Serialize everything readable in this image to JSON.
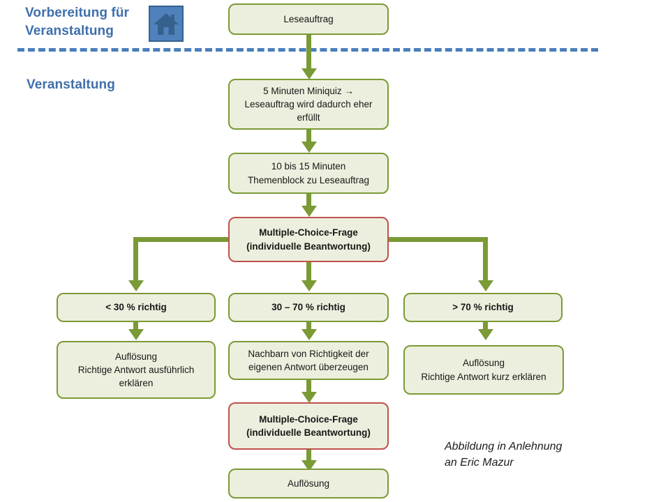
{
  "header": {
    "preparation_title": "Vorbereitung für\nVeranstaltung",
    "event_title": "Veranstaltung",
    "home_icon_name": "home-icon",
    "accent_blue": "#3f6fab",
    "divider_color": "#4a7ebb"
  },
  "palette": {
    "node_fill": "#ecefdd",
    "node_border_green": "#7a9a35",
    "node_border_red": "#c0504d",
    "connector_green": "#7a9a35",
    "text_color": "#171717"
  },
  "nodes": {
    "leseauftrag": "Leseauftrag",
    "miniquiz": "5 Minuten Miniquiz →\nLeseauftrag wird dadurch eher\nerfüllt",
    "themenblock": "10 bis 15 Minuten\nThemenblock zu Leseauftrag",
    "mc_frage_1": "Multiple-Choice-Frage\n(individuelle Beantwortung)",
    "branch_low": "< 30 % richtig",
    "branch_mid": "30 – 70 % richtig",
    "branch_high": "> 70 % richtig",
    "result_low": "Auflösung\nRichtige Antwort  ausführlich\nerklären",
    "result_mid": "Nachbarn von Richtigkeit der\neigenen Antwort  überzeugen",
    "result_high": "Auflösung\nRichtige Antwort  kurz erklären",
    "mc_frage_2": "Multiple-Choice-Frage\n(individuelle Beantwortung)",
    "aufloesung_final": "Auflösung"
  },
  "caption": "Abbildung in Anlehnung\nan Eric Mazur"
}
